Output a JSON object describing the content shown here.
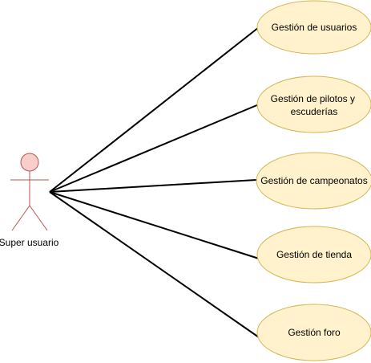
{
  "diagram": {
    "colors": {
      "actor_fill": "#f8cecc",
      "actor_stroke": "#b85450",
      "usecase_fill": "#fff2cc",
      "usecase_stroke": "#d6b656",
      "line": "#000000"
    },
    "actor": {
      "label": "Super usuario"
    },
    "use_cases": [
      {
        "lines": [
          "Gestión de usuarios"
        ]
      },
      {
        "lines": [
          "Gestión de pilotos y",
          "escuderías"
        ]
      },
      {
        "lines": [
          "Gestión de campeonatos"
        ]
      },
      {
        "lines": [
          "Gestión de tienda"
        ]
      },
      {
        "lines": [
          "Gestión foro"
        ]
      }
    ]
  }
}
